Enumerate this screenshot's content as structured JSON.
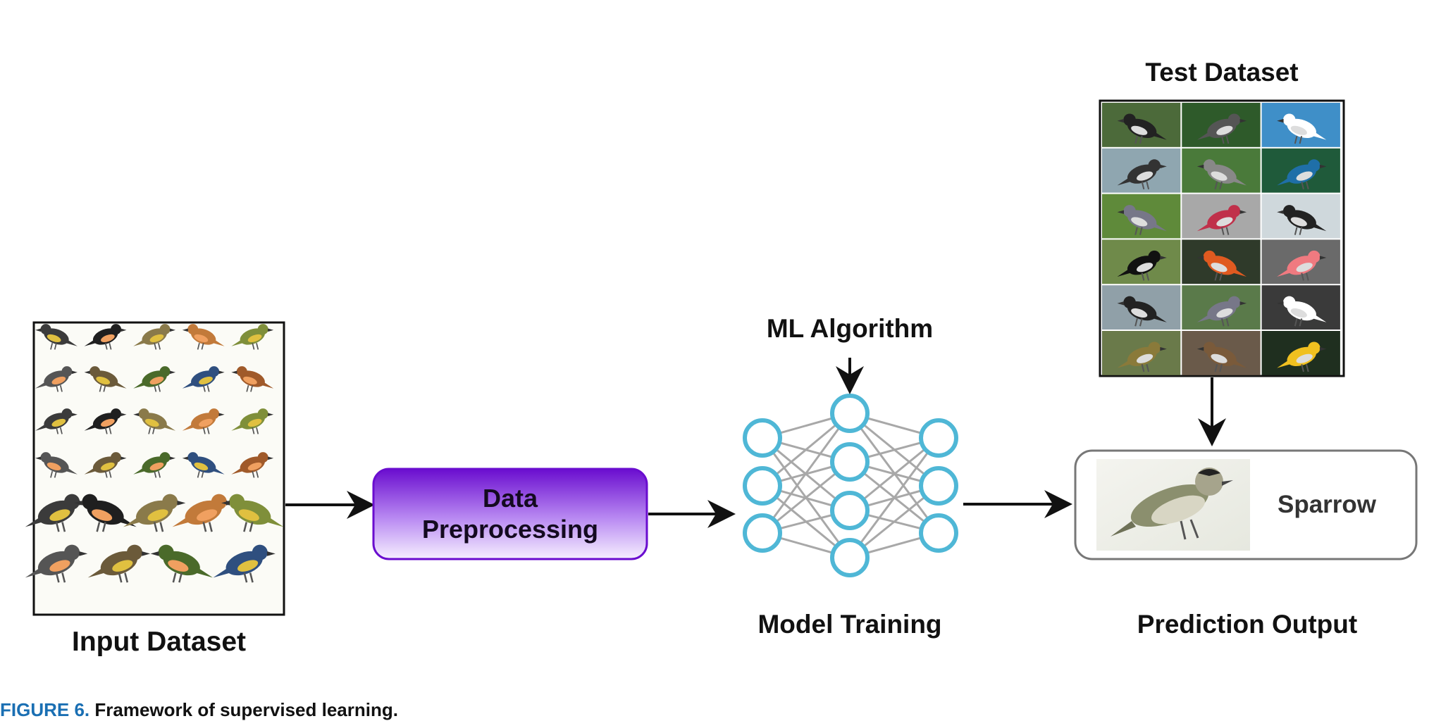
{
  "labels": {
    "input_dataset": "Input Dataset",
    "data_preprocessing_line1": "Data",
    "data_preprocessing_line2": "Preprocessing",
    "ml_algorithm": "ML Algorithm",
    "model_training": "Model Training",
    "test_dataset": "Test Dataset",
    "prediction_output": "Prediction Output",
    "predicted_class": "Sparrow"
  },
  "caption": {
    "figure_number": "FIGURE 6.",
    "text": "Framework of supervised learning."
  },
  "colors": {
    "preprocess_box_top": "#6a0dcf",
    "preprocess_box_bottom": "#f6f0ff",
    "neuron_stroke": "#4fb7d6",
    "connection": "#a8a8a8",
    "arrow": "#111111",
    "caption_accent": "#1a6fb3"
  },
  "neural_network": {
    "layers": [
      3,
      4,
      3
    ]
  }
}
